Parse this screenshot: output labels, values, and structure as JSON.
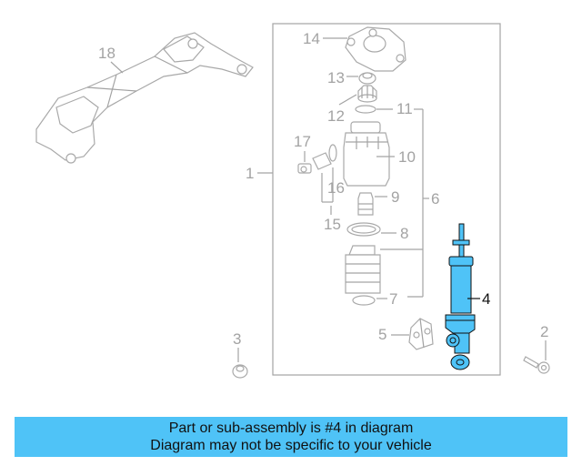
{
  "callouts": {
    "c1": "1",
    "c2": "2",
    "c3": "3",
    "c4": "4",
    "c5": "5",
    "c6": "6",
    "c7": "7",
    "c8": "8",
    "c9": "9",
    "c10": "10",
    "c11": "11",
    "c12": "12",
    "c13": "13",
    "c14": "14",
    "c15": "15",
    "c16": "16",
    "c17": "17",
    "c18": "18"
  },
  "banner": {
    "line1": "Part or sub-assembly is #4 in diagram",
    "line2": "Diagram may not be specific to your vehicle"
  },
  "colors": {
    "highlight_part": "#4fc3f7",
    "banner_background": "#4fc3f7",
    "line_art": "#a3a3a3"
  }
}
